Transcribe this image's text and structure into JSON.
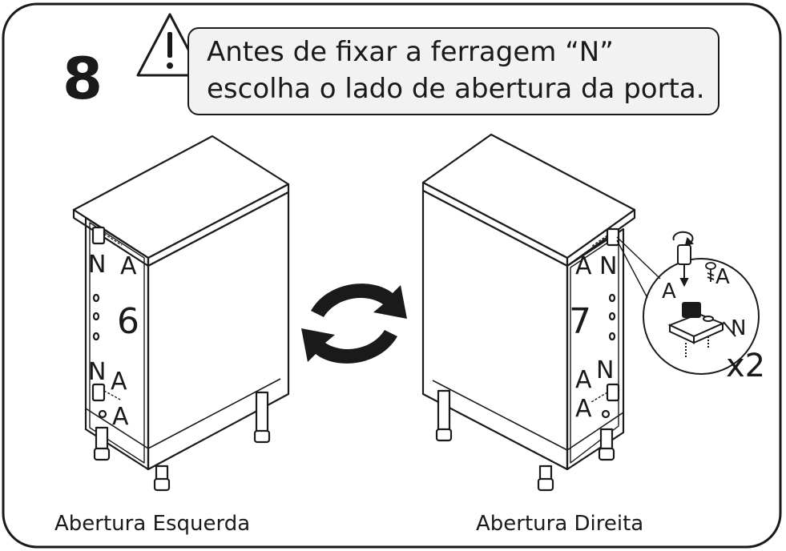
{
  "step": {
    "number": "8"
  },
  "warning": {
    "line1": "Antes de fixar a ferragem “N”",
    "line2": "escolha o lado de abertura da porta.",
    "icon": "warning-triangle-icon"
  },
  "left_cabinet": {
    "panel_number": "6",
    "labels": {
      "n_top": "N",
      "a_top": "A",
      "n_bottom": "N",
      "a_bottom1": "A",
      "a_bottom2": "A"
    },
    "caption": "Abertura Esquerda"
  },
  "right_cabinet": {
    "panel_number": "7",
    "labels": {
      "a_top": "A",
      "n_top": "N",
      "a_bottom1": "A",
      "n_bottom": "N",
      "a_bottom2": "A"
    },
    "caption": "Abertura Direita"
  },
  "detail": {
    "label_a1": "A",
    "label_a2": "A",
    "label_n": "N",
    "quantity": "x2"
  },
  "swap_icon": "swap-arrows-icon",
  "colors": {
    "line": "#1a1a1a",
    "box_fill": "#f2f2f2",
    "background": "#ffffff"
  }
}
